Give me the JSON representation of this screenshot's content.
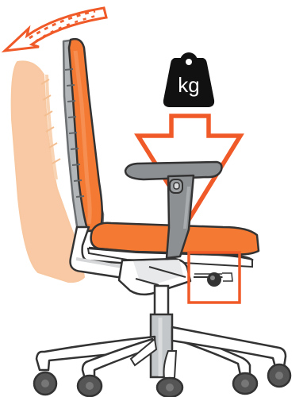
{
  "diagram": {
    "weight_label": "kg",
    "elements": [
      "recline-arrow-icon",
      "weight-icon",
      "down-arrow-icon",
      "office-chair",
      "tension-knob-highlight"
    ]
  },
  "colors": {
    "accent_orange": "#f05a28",
    "seat_orange": "#f47a33",
    "ghost_orange": "#f8c7a0",
    "arm_gray": "#8d9093",
    "arm_gray_light": "#b3b6b8",
    "weight_black": "#111111",
    "chair_white": "#ffffff",
    "wheel_gray": "#555555",
    "outline": "#333333"
  }
}
